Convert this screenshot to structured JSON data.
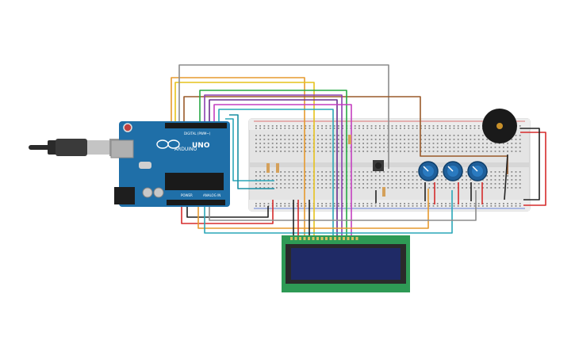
{
  "arduino": {
    "board_name": "UNO",
    "brand": "ARDUINO",
    "digital_label": "DIGITAL (PWM~)",
    "power_label": "POWER",
    "analog_label": "ANALOG IN"
  },
  "components": {
    "breadboard": "breadboard",
    "lcd": "16x2 LCD",
    "potentiometers": 3,
    "pushbutton": 1,
    "buzzer": 1,
    "resistors": 4
  },
  "colors": {
    "board": "#1f6fa8",
    "breadboard": "#e6e6e6",
    "lcd_pcb": "#2e9a55",
    "lcd_screen": "#1f2a66",
    "wire_orange": "#e69a2e",
    "wire_yellow": "#e6c21c",
    "wire_green": "#27a844",
    "wire_purple": "#8a3fb0",
    "wire_magenta": "#c43fc0",
    "wire_teal": "#2aa6b8",
    "wire_gray": "#8c8c8c",
    "wire_brown": "#9a5a2a",
    "wire_red": "#d62b2b",
    "wire_black": "#222222"
  }
}
